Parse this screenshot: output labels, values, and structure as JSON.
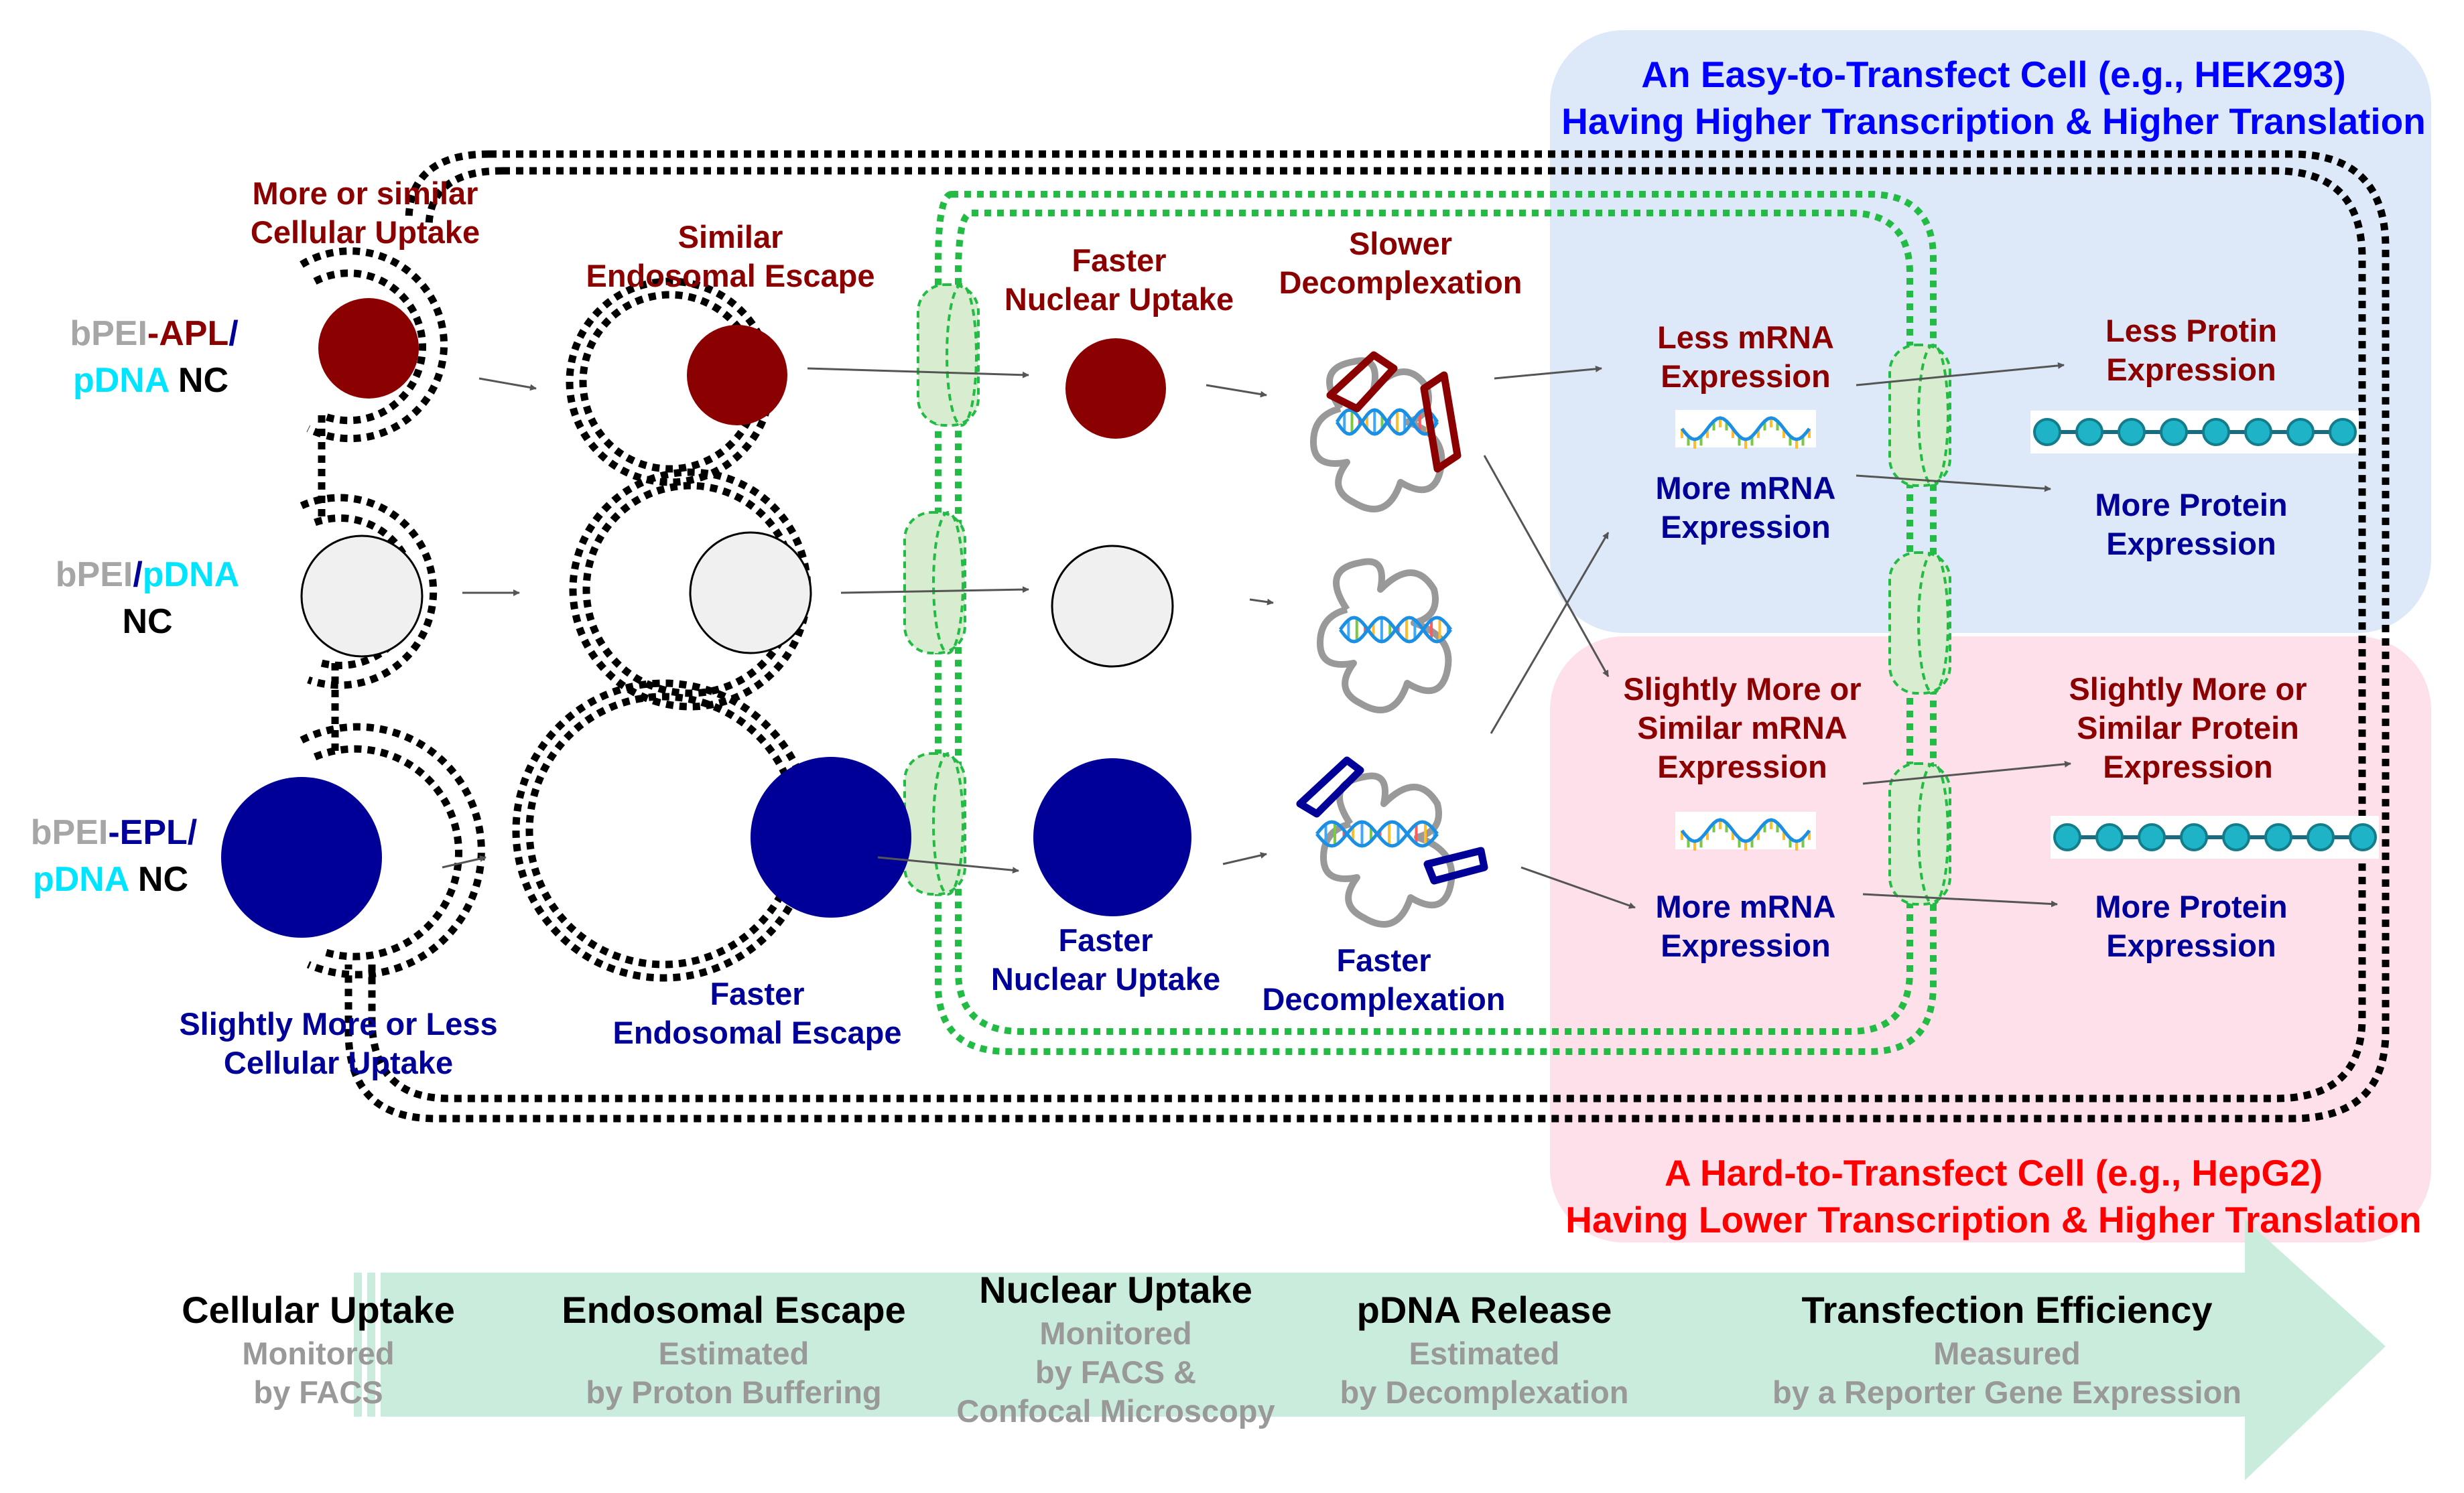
{
  "colors": {
    "apl": "#8b0000",
    "epl": "#000099",
    "bpei_gray": "#a6a6a6",
    "pdna_cyan": "#00e5ff",
    "easy_title": "#0000ff",
    "hard_title": "#ff0000",
    "easy_box_fill": "#dde9f8",
    "hard_box_fill": "#fde0ea",
    "nucleus_membrane": "#22bb44",
    "cell_membrane": "#000000",
    "pore_fill": "#d8ecd0",
    "bottom_arrow": "#c9ecdc",
    "gray_text": "#999999",
    "protein_bead": "#1fb3c7"
  },
  "icons": [
    "nanocomplex-circle",
    "endosome-icon",
    "nuclear-pore-icon",
    "dna-helix-icon",
    "polymer-coil-icon",
    "protein-chain-icon",
    "arrow-icon"
  ],
  "nc_labels": {
    "row1": {
      "line1_a": "bPEI",
      "line1_b": "-APL",
      "line1_c": "/",
      "line2_a": "pDNA",
      "line2_b": " NC"
    },
    "row2": {
      "line1_a": "bPEI",
      "line1_b": "/",
      "line1_c": "pDNA",
      "line2": "NC"
    },
    "row3": {
      "line1_a": "bPEI",
      "line1_b": "-EPL",
      "line1_c": "/",
      "line2_a": "pDNA",
      "line2_b": " NC"
    }
  },
  "cells": {
    "easy": {
      "title_line1": "An Easy-to-Transfect Cell (e.g., HEK293)",
      "title_line2": "Having Higher Transcription & Higher Translation"
    },
    "hard": {
      "title_line1": "A Hard-to-Transfect Cell (e.g., HepG2)",
      "title_line2": "Having Lower Transcription & Higher Translation"
    }
  },
  "annotations": {
    "apl_uptake": [
      "More or similar",
      "Cellular Uptake"
    ],
    "apl_escape": [
      "Similar",
      "Endosomal Escape"
    ],
    "apl_nuclear": [
      "Faster",
      "Nuclear Uptake"
    ],
    "apl_decomplex": [
      "Slower",
      "Decomplexation"
    ],
    "epl_uptake": [
      "Slightly More or Less",
      "Cellular Uptake"
    ],
    "epl_escape": [
      "Faster",
      "Endosomal Escape"
    ],
    "epl_nuclear": [
      "Faster",
      "Nuclear Uptake"
    ],
    "epl_decomplex": [
      "Faster",
      "Decomplexation"
    ],
    "easy_less_mrna": [
      "Less mRNA",
      "Expression"
    ],
    "easy_more_mrna": [
      "More mRNA",
      "Expression"
    ],
    "easy_less_protein": [
      "Less Protin",
      "Expression"
    ],
    "easy_more_protein": [
      "More Protein",
      "Expression"
    ],
    "hard_slight_mrna": [
      "Slightly More or",
      "Similar mRNA",
      "Expression"
    ],
    "hard_more_mrna": [
      "More mRNA",
      "Expression"
    ],
    "hard_slight_protein": [
      "Slightly More or",
      "Similar Protein",
      "Expression"
    ],
    "hard_more_protein": [
      "More Protein",
      "Expression"
    ]
  },
  "steps": [
    {
      "title": "Cellular Uptake",
      "sub": [
        "Monitored",
        "by FACS"
      ]
    },
    {
      "title": "Endosomal Escape",
      "sub": [
        "Estimated",
        "by Proton Buffering"
      ]
    },
    {
      "title": "Nuclear Uptake",
      "sub": [
        "Monitored",
        "by FACS &",
        "Confocal Microscopy"
      ]
    },
    {
      "title": "pDNA Release",
      "sub": [
        "Estimated",
        "by Decomplexation"
      ]
    },
    {
      "title": "Transfection Efficiency",
      "sub": [
        "Measured",
        "by a Reporter Gene Expression"
      ]
    }
  ]
}
